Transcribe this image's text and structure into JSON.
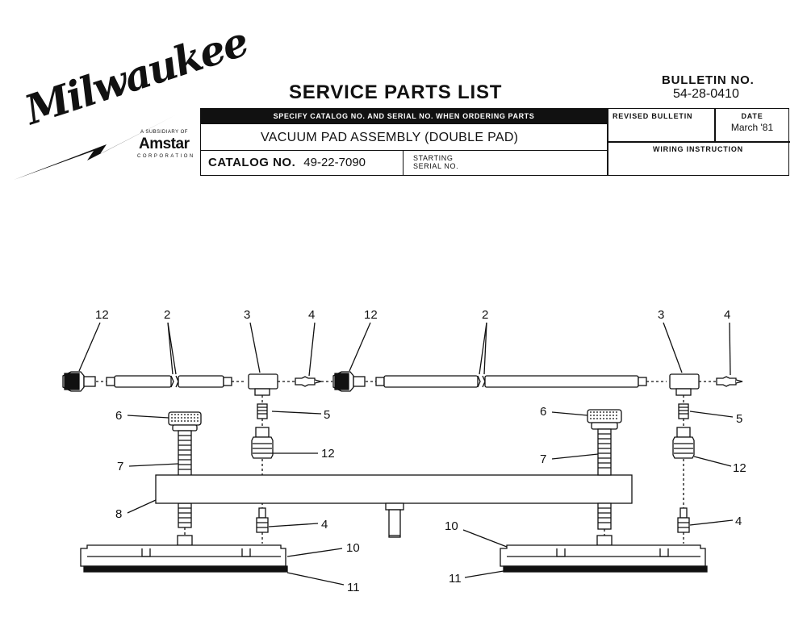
{
  "logo": {
    "word": "Milwaukee",
    "subsidiary": "A SUBSIDIARY OF",
    "brand": "Amstar",
    "corp": "CORPORATION"
  },
  "title": "SERVICE PARTS LIST",
  "bulletin": {
    "label": "BULLETIN NO.",
    "number": "54-28-0410"
  },
  "header": {
    "notice": "SPECIFY CATALOG NO. AND SERIAL NO. WHEN ORDERING PARTS",
    "description": "VACUUM PAD ASSEMBLY (DOUBLE PAD)",
    "catalog_label": "CATALOG NO.",
    "catalog_number": "49-22-7090",
    "serial_line1": "STARTING",
    "serial_line2": "SERIAL NO.",
    "revised_label": "REVISED BULLETIN",
    "date_label": "DATE",
    "date_value": "March '81",
    "wiring_label": "WIRING INSTRUCTION"
  },
  "callouts": {
    "c12a": "12",
    "c2a": "2",
    "c3a": "3",
    "c4a": "4",
    "c12b": "12",
    "c2b": "2",
    "c3b": "3",
    "c4b": "4",
    "c6a": "6",
    "c5a": "5",
    "c7a": "7",
    "c12c": "12",
    "c8": "8",
    "c4c": "4",
    "c10a": "10",
    "c11a": "11",
    "c6b": "6",
    "c5b": "5",
    "c7b": "7",
    "c12d": "12",
    "c4d": "4",
    "c10b": "10",
    "c11b": "11"
  }
}
